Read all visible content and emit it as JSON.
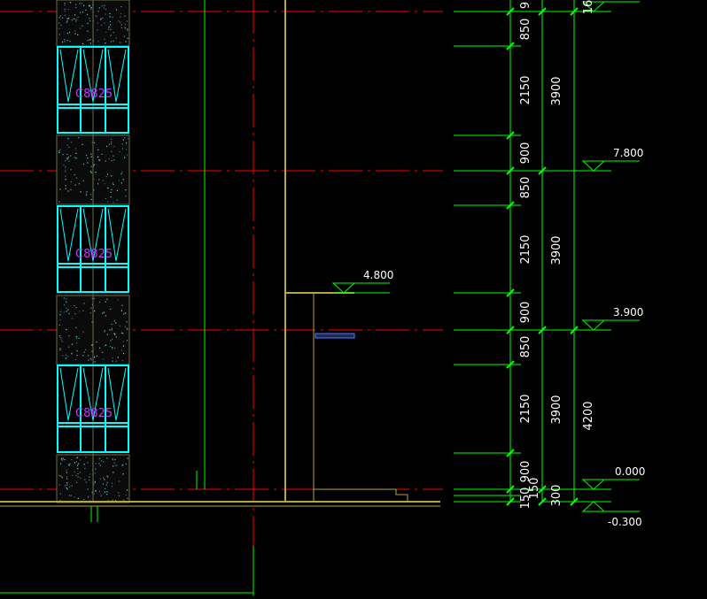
{
  "colors": {
    "background": "#000000",
    "dimension": "#00ff00",
    "axis": "#ff0000",
    "window": "#00ffff",
    "wall": "#b5a642",
    "tag": "#cc33ff",
    "text": "#ffffff",
    "canopy": "#5577ff"
  },
  "windows": [
    {
      "tag": "C8825"
    },
    {
      "tag": "C8825"
    },
    {
      "tag": "C8825"
    }
  ],
  "levels": {
    "canopy": "4.800",
    "floor3": "7.800",
    "floor2": "3.900",
    "ground": "0.000",
    "outdoor": "-0.300",
    "top_partial": "16"
  },
  "dims_col1": [
    "9",
    "850",
    "2150",
    "900",
    "850",
    "2150",
    "900",
    "850",
    "2150",
    "900",
    "150",
    "150"
  ],
  "dims_col2": [
    "3900",
    "3900",
    "3900",
    "300"
  ],
  "dims_col3": [
    "4200"
  ]
}
